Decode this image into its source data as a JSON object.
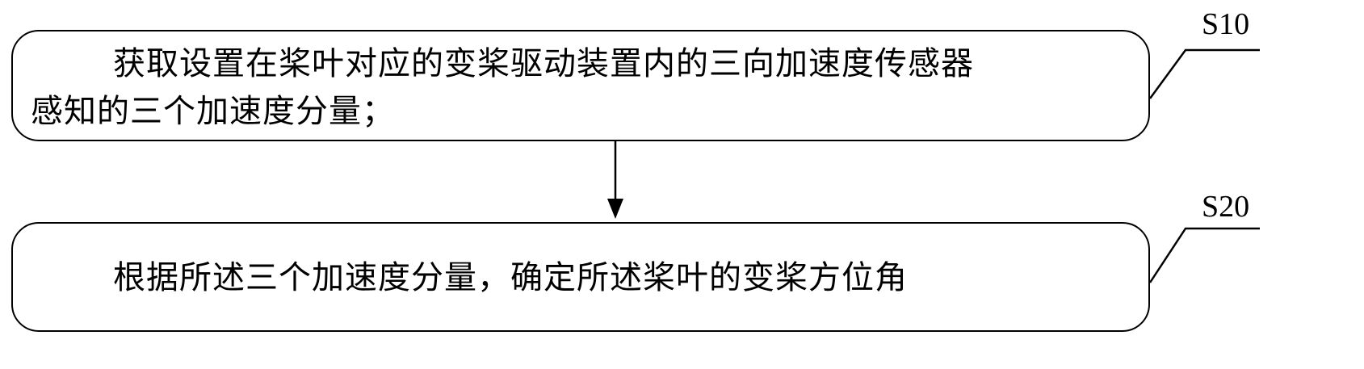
{
  "steps": [
    {
      "id": "S10",
      "label": "S10",
      "lines": [
        "获取设置在桨叶对应的变桨驱动装置内的三向加速度传感器",
        "感知的三个加速度分量；"
      ]
    },
    {
      "id": "S20",
      "label": "S20",
      "lines": [
        "根据所述三个加速度分量，确定所述桨叶的变桨方位角"
      ]
    }
  ],
  "colors": {
    "stroke": "#000000",
    "background": "#ffffff",
    "text": "#000000"
  }
}
